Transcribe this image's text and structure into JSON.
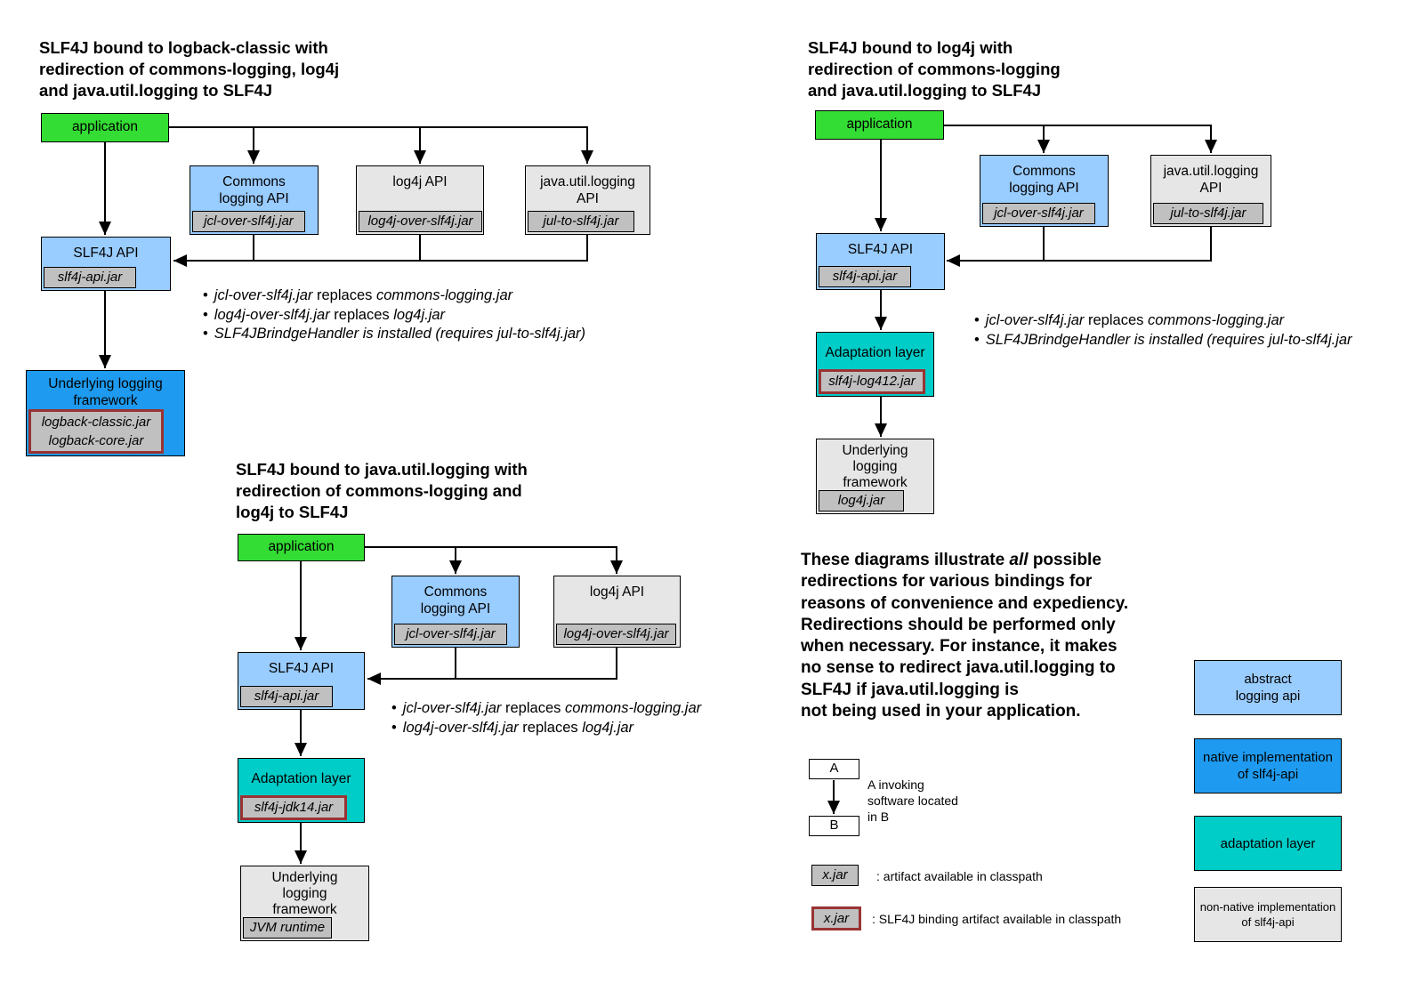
{
  "glyphs": {
    "bullet": "•"
  },
  "colors": {
    "application_green": "#33DD33",
    "abstract_api_blue": "#99CCFF",
    "native_impl_blue": "#1E9BF0",
    "adaptation_teal": "#00CCC8",
    "nonnative_gray": "#E6E6E6",
    "jar_gray": "#C0C0C0",
    "binding_border_maroon": "#993333"
  },
  "diagram_logback": {
    "title_lines": [
      "SLF4J bound to logback-classic with",
      "redirection of commons-logging, log4j",
      "and java.util.logging to SLF4J"
    ],
    "nodes": {
      "application": {
        "label": "application"
      },
      "commons": {
        "line1": "Commons",
        "line2": "logging API",
        "jar": "jcl-over-slf4j.jar"
      },
      "log4j": {
        "line1": "log4j API",
        "jar": "log4j-over-slf4j.jar"
      },
      "jul": {
        "line1": "java.util.logging",
        "line2": "API",
        "jar": "jul-to-slf4j.jar"
      },
      "slf4j": {
        "line1": "SLF4J API",
        "jar": "slf4j-api.jar"
      },
      "underlying": {
        "line1": "Underlying logging",
        "line2": "framework",
        "jar_line1": "logback-classic.jar",
        "jar_line2": "logback-core.jar"
      }
    },
    "bullets": [
      {
        "em1": "jcl-over-slf4j.jar",
        "mid": " replaces ",
        "em2": "commons-logging.jar"
      },
      {
        "em1": "log4j-over-slf4j.jar",
        "mid": " replaces ",
        "em2": "log4j.jar"
      },
      {
        "em1": "SLF4JBrindgeHandler is installed (requires jul-to-slf4j.jar)",
        "mid": "",
        "em2": ""
      }
    ]
  },
  "diagram_log4j": {
    "title_lines": [
      "SLF4J bound to log4j with",
      "redirection of commons-logging",
      "and java.util.logging to SLF4J"
    ],
    "nodes": {
      "application": {
        "label": "application"
      },
      "commons": {
        "line1": "Commons",
        "line2": "logging API",
        "jar": "jcl-over-slf4j.jar"
      },
      "jul": {
        "line1": "java.util.logging",
        "line2": "API",
        "jar": "jul-to-slf4j.jar"
      },
      "slf4j": {
        "line1": "SLF4J API",
        "jar": "slf4j-api.jar"
      },
      "adaptation": {
        "line1": "Adaptation layer",
        "jar": "slf4j-log412.jar"
      },
      "underlying": {
        "line1": "Underlying",
        "line2": "logging",
        "line3": "framework",
        "jar": "log4j.jar"
      }
    },
    "bullets": [
      {
        "em1": "jcl-over-slf4j.jar",
        "mid": " replaces ",
        "em2": "commons-logging.jar"
      },
      {
        "em1": "SLF4JBrindgeHandler is installed (requires jul-to-slf4j.jar",
        "mid": "",
        "em2": ""
      }
    ]
  },
  "diagram_jul": {
    "title_lines": [
      "SLF4J bound to java.util.logging with",
      "redirection of commons-logging and",
      "log4j to SLF4J"
    ],
    "nodes": {
      "application": {
        "label": "application"
      },
      "commons": {
        "line1": "Commons",
        "line2": "logging API",
        "jar": "jcl-over-slf4j.jar"
      },
      "log4j": {
        "line1": "log4j API",
        "jar": "log4j-over-slf4j.jar"
      },
      "slf4j": {
        "line1": "SLF4J API",
        "jar": "slf4j-api.jar"
      },
      "adaptation": {
        "line1": "Adaptation layer",
        "jar": "slf4j-jdk14.jar"
      },
      "underlying": {
        "line1": "Underlying",
        "line2": "logging",
        "line3": "framework",
        "jar": "JVM runtime"
      }
    },
    "bullets": [
      {
        "em1": "jcl-over-slf4j.jar",
        "mid": " replaces ",
        "em2": "commons-logging.jar"
      },
      {
        "em1": "log4j-over-slf4j.jar",
        "mid": " replaces ",
        "em2": "log4j.jar"
      }
    ]
  },
  "note": {
    "line1_pre": "These diagrams illustrate ",
    "line1_em": "all",
    "line1_post": " possible",
    "lines_rest": [
      "redirections for various bindings for",
      "reasons of convenience and expediency.",
      "Redirections should be performed only",
      "when necessary. For instance, it makes",
      "no sense to redirect java.util.logging to",
      "SLF4J if java.util.logging is",
      "not being used in your application."
    ]
  },
  "legend": {
    "invoke": {
      "a": "A",
      "b": "B",
      "desc_lines": [
        "A invoking",
        "software located",
        "in B"
      ]
    },
    "jar_plain": {
      "label": "x.jar",
      "desc": ": artifact available in classpath"
    },
    "jar_binding": {
      "label": "x.jar",
      "desc": ": SLF4J binding artifact available in classpath"
    },
    "types": {
      "abstract": {
        "line1": "abstract",
        "line2": "logging api"
      },
      "native": {
        "line1": "native implementation",
        "line2": "of slf4j-api"
      },
      "adaptation": {
        "line1": "adaptation layer"
      },
      "nonnative": {
        "line1": "non-native implementation",
        "line2": "of slf4j-api"
      }
    }
  }
}
